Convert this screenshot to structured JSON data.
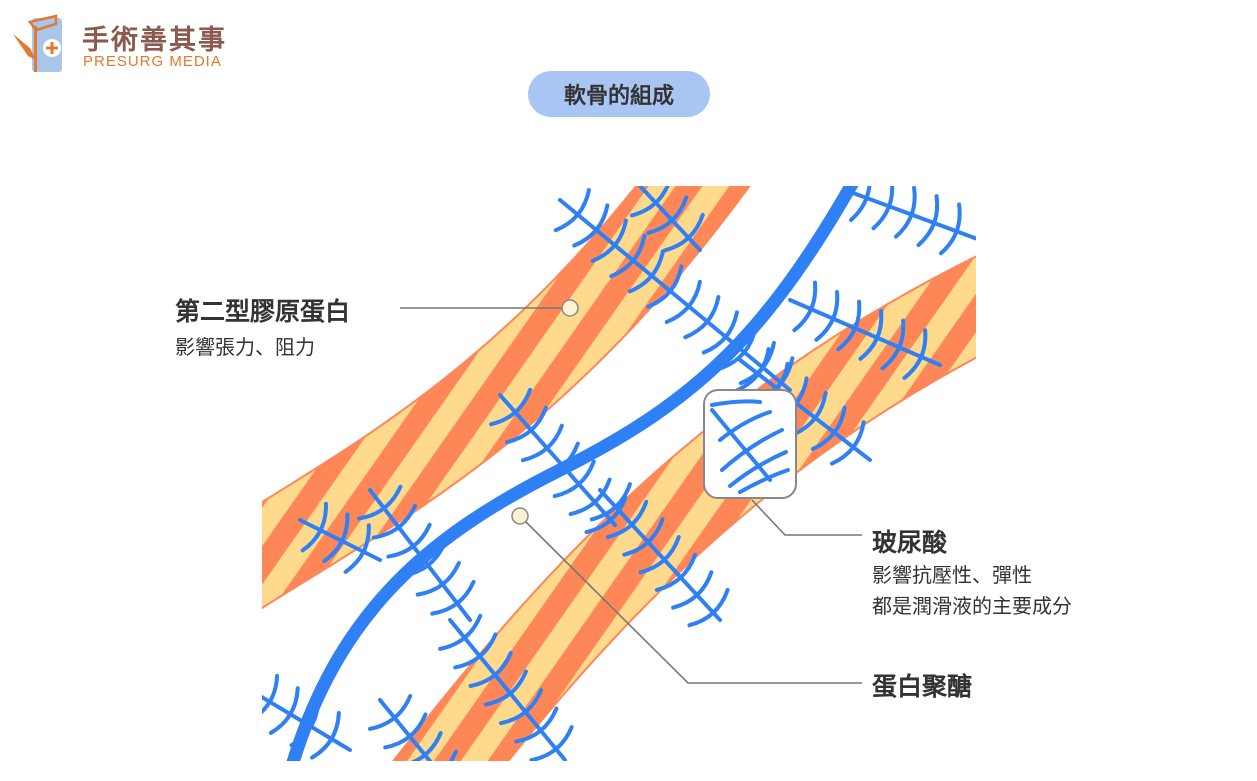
{
  "brand": {
    "name_cn": "手術善其事",
    "name_en": "PRESURG MEDIA"
  },
  "title": "軟骨的組成",
  "labels": {
    "collagen": {
      "title": "第二型膠原蛋白",
      "desc": "影響張力、阻力"
    },
    "hyaluronic": {
      "title": "玻尿酸",
      "desc": [
        "影響抗壓性、彈性",
        "都是潤滑液的主要成分"
      ]
    },
    "proteoglycan": {
      "title": "蛋白聚醣"
    }
  },
  "colors": {
    "stripe_a": "#ff8656",
    "stripe_b": "#ffd98c",
    "fiber": "#2f80f5",
    "pill": "#a9c5f3",
    "leader": "#777777"
  }
}
